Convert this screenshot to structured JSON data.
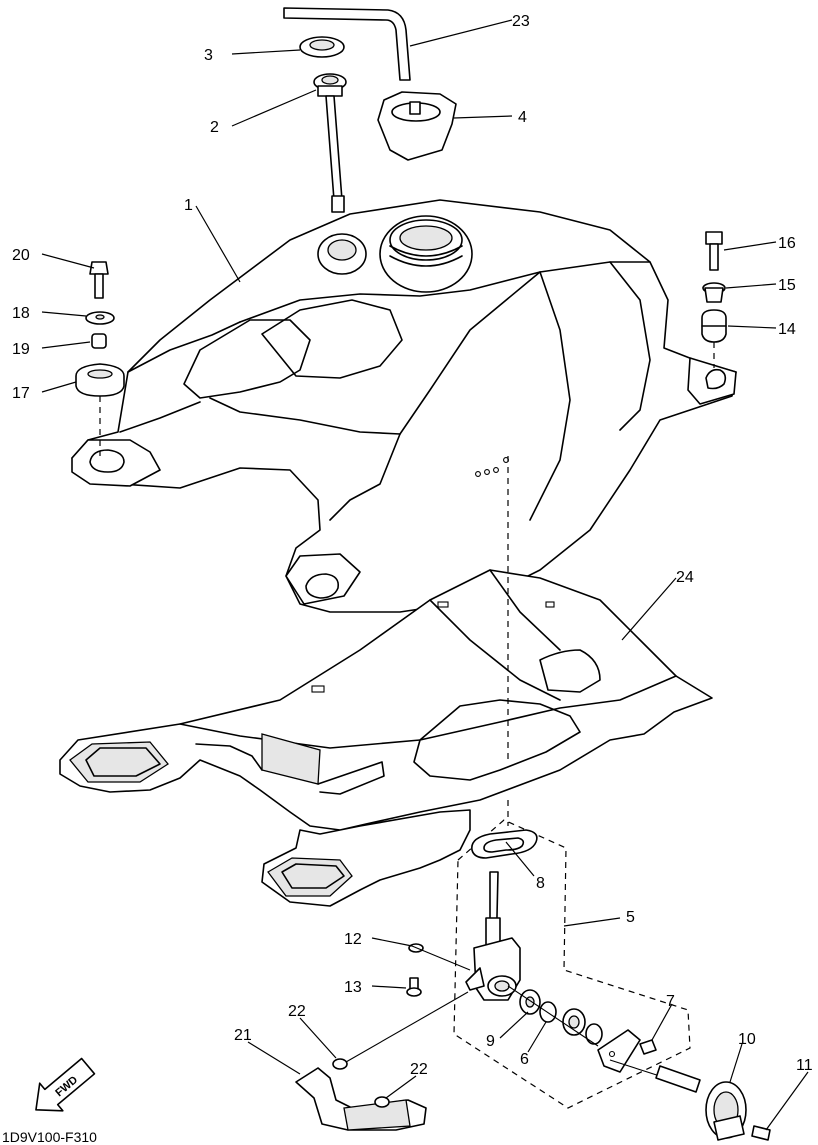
{
  "diagram_code": "1D9V100-F310",
  "fwd_label": "FWD",
  "callouts": {
    "c1": "1",
    "c2": "2",
    "c3": "3",
    "c4": "4",
    "c5": "5",
    "c6": "6",
    "c7": "7",
    "c8": "8",
    "c9": "9",
    "c10": "10",
    "c11": "11",
    "c12": "12",
    "c13": "13",
    "c14": "14",
    "c15": "15",
    "c16": "16",
    "c17": "17",
    "c18": "18",
    "c19": "19",
    "c20": "20",
    "c21": "21",
    "c22a": "22",
    "c22b": "22",
    "c23": "23",
    "c24": "24"
  }
}
